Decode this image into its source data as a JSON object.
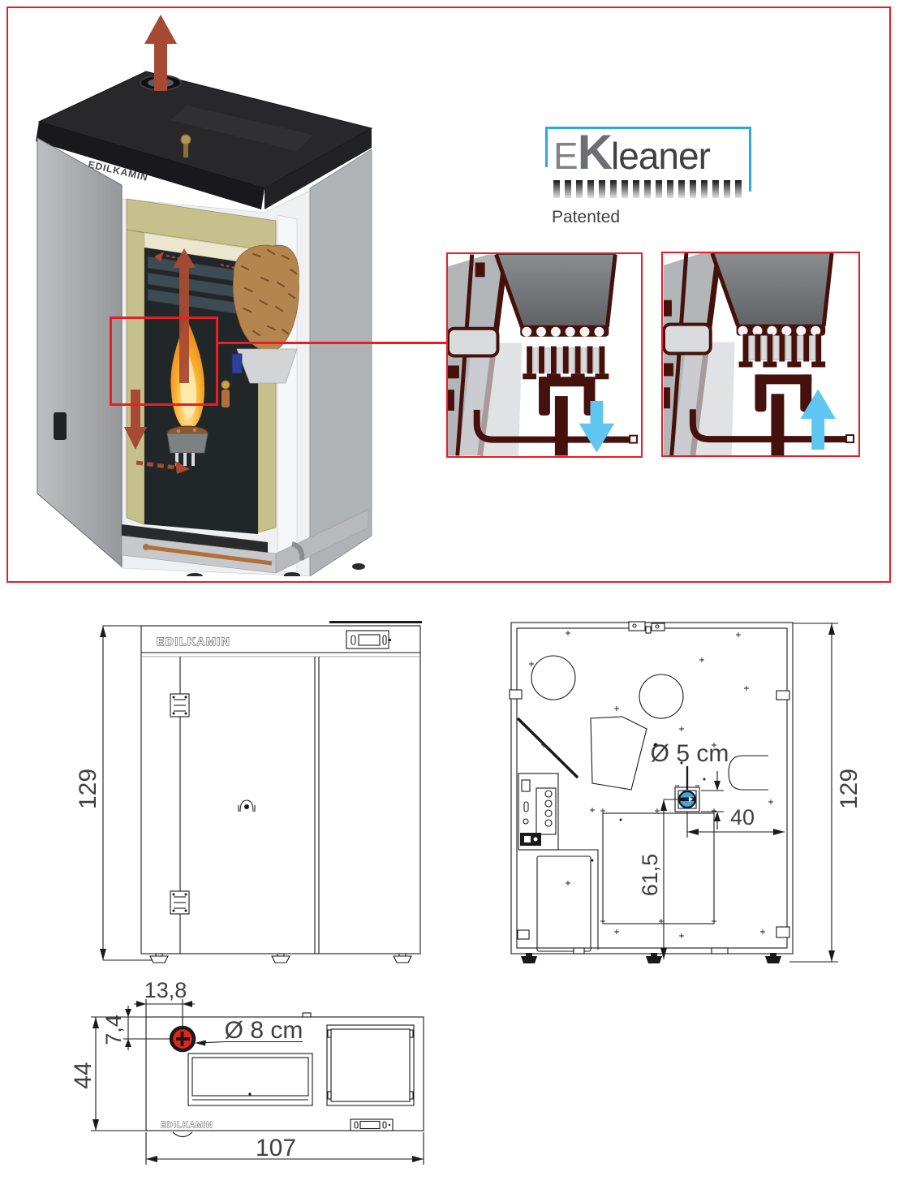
{
  "colors": {
    "frame_red": "#ec1c24",
    "flow_arrow_red": "#a64a33",
    "cleaner_maroon": "#45110c",
    "cleaner_arrow_blue": "#5ec6f0",
    "logo_cyan": "#29abe2",
    "intake_blue": "#3fa9dc",
    "flue_red": "#e8231a",
    "drawing_line": "#1a1a1a",
    "dim_text": "#3f3f42"
  },
  "hero": {
    "stove_brand": "EDILKAMIN",
    "flue_arrow_icon": "arrow-up",
    "logo": {
      "e": "E",
      "k": "K",
      "leaner": "leaner",
      "patented": "Patented"
    },
    "details": {
      "left_arrow_icon": "arrow-down",
      "right_arrow_icon": "arrow-up"
    }
  },
  "front_view": {
    "brand": "EDILKAMIN",
    "height_cm": "129"
  },
  "back_view": {
    "height_cm": "129",
    "air_intake_label": "Ø 5 cm",
    "intake_offset_right_cm": "40",
    "intake_offset_bottom_cm": "61,5"
  },
  "top_view": {
    "brand": "EDILKAMIN",
    "flue_offset_front_cm": "13,8",
    "flue_offset_side_cm": "7,4",
    "depth_cm": "44",
    "flue_label": "Ø 8 cm",
    "width_cm": "107"
  }
}
